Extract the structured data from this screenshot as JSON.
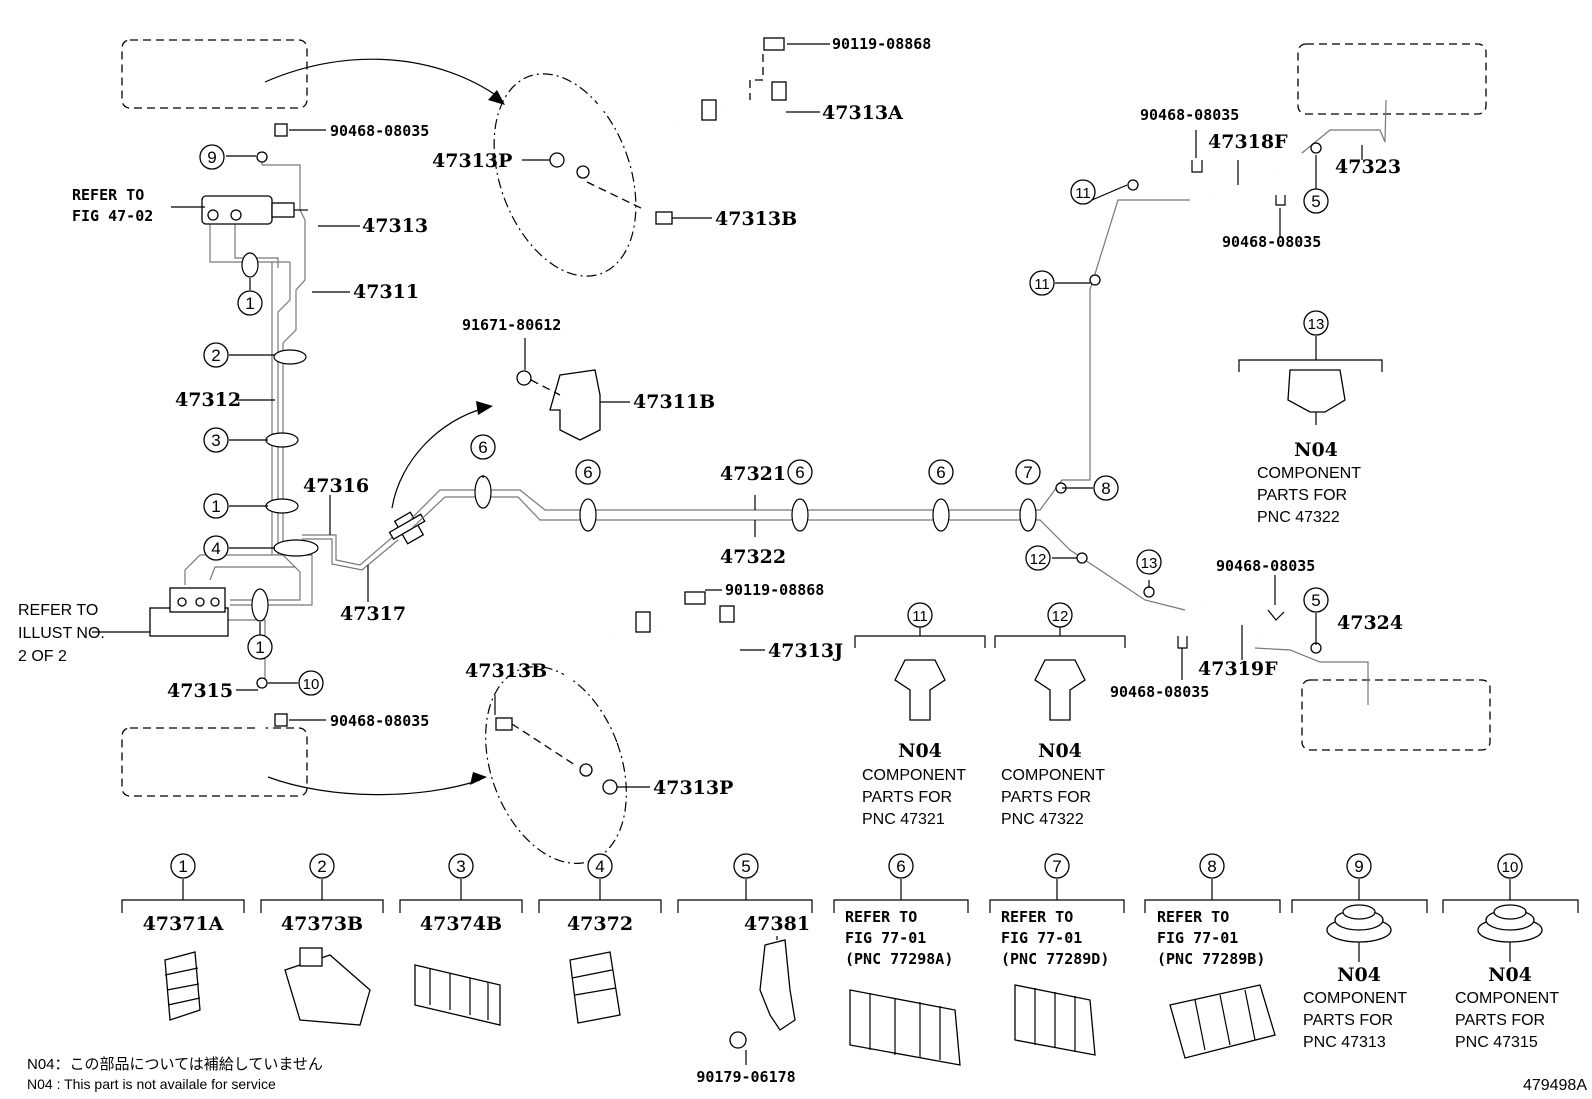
{
  "labels": {
    "p90119_top": "90119-08868",
    "p47313A": "47313A",
    "p47313P_top": "47313P",
    "p47313B_top": "47313B",
    "p90468_tl": "90468-08035",
    "refer_tl_1": "REFER TO",
    "refer_tl_2": "FIG 47-02",
    "p47313": "47313",
    "p47311": "47311",
    "p47312": "47312",
    "p91671": "91671-80612",
    "p47311B": "47311B",
    "p47316": "47316",
    "p47317": "47317",
    "refer_ml_1": "REFER TO",
    "refer_ml_2": "ILLUST NO.",
    "refer_ml_3": "2 OF 2",
    "p47315": "47315",
    "p90468_bl": "90468-08035",
    "p90119_mid": "90119-08868",
    "p47313J": "47313J",
    "p47313B_bot": "47313B",
    "p47313P_bot": "47313P",
    "p47321": "47321",
    "p47322": "47322",
    "p90468_tr1": "90468-08035",
    "p47318F": "47318F",
    "p47323": "47323",
    "p90468_tr2": "90468-08035",
    "p90468_mr": "90468-08035",
    "p47324": "47324",
    "p47319F": "47319F",
    "p90468_mr2": "90468-08035",
    "n04": "N04",
    "comp": "COMPONENT",
    "parts_for": "PARTS FOR",
    "pnc_47322": "PNC 47322",
    "pnc_47321": "PNC 47321",
    "pnc_47313": "PNC 47313",
    "pnc_47315": "PNC 47315"
  },
  "callouts": [
    "1",
    "2",
    "3",
    "4",
    "5",
    "6",
    "7",
    "8",
    "9",
    "10",
    "11",
    "12",
    "13"
  ],
  "legend": [
    {
      "num": "1",
      "part": "47371A"
    },
    {
      "num": "2",
      "part": "47373B"
    },
    {
      "num": "3",
      "part": "47374B"
    },
    {
      "num": "4",
      "part": "47372"
    },
    {
      "num": "5",
      "part": "47381",
      "sub": "90179-06178"
    },
    {
      "num": "6",
      "ref1": "REFER TO",
      "ref2": "FIG 77-01",
      "ref3": "(PNC 77298A)"
    },
    {
      "num": "7",
      "ref1": "REFER TO",
      "ref2": "FIG 77-01",
      "ref3": "(PNC 77289D)"
    },
    {
      "num": "8",
      "ref1": "REFER TO",
      "ref2": "FIG 77-01",
      "ref3": "(PNC 77289B)"
    },
    {
      "num": "9",
      "part": "N04",
      "c1": "COMPONENT",
      "c2": "PARTS FOR",
      "c3": "PNC 47313"
    },
    {
      "num": "10",
      "part": "N04",
      "c1": "COMPONENT",
      "c2": "PARTS FOR",
      "c3": "PNC 47315"
    }
  ],
  "notes": {
    "jp": "N04：この部品については補給していません",
    "en": "N04 :  This part is not availale for service",
    "fig_id": "479498A"
  }
}
